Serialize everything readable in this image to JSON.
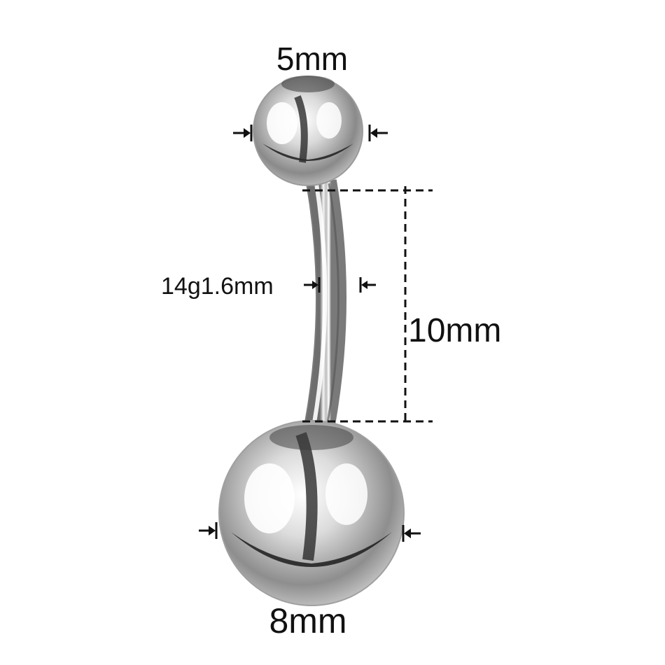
{
  "product": {
    "part": "curved barbell",
    "colors": {
      "metal_light": "#f2f2f2",
      "metal_mid": "#9a9a9a",
      "metal_dark": "#1c1c1c",
      "ink": "#111111"
    }
  },
  "dimensions": {
    "top_ball": {
      "label": "5mm",
      "value_mm": 5
    },
    "bar_gauge": {
      "label": "14g1.6mm",
      "gauge": "14g",
      "value_mm": 1.6
    },
    "bar_length": {
      "label": "10mm",
      "value_mm": 10
    },
    "bottom_ball": {
      "label": "8mm",
      "value_mm": 8
    }
  },
  "icons": {
    "dimension_arrow": "arrow-pointing-inward-icon"
  }
}
